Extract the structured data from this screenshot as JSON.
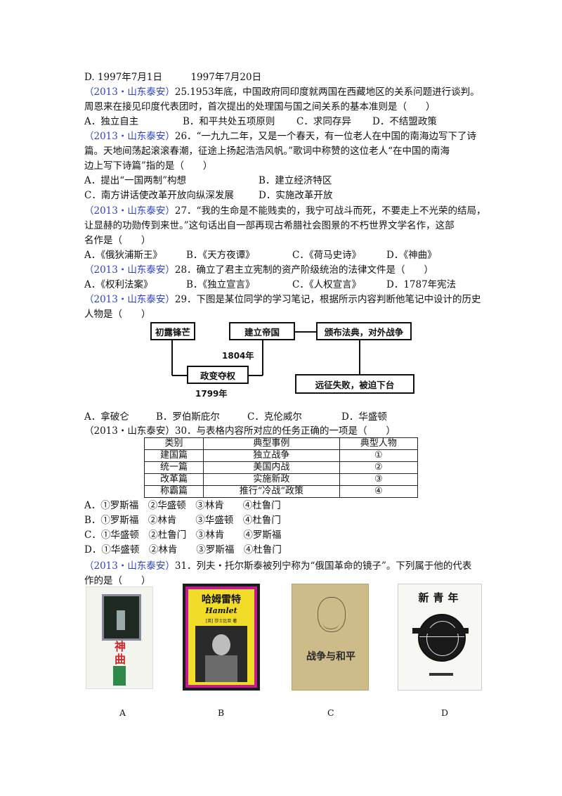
{
  "q24": {
    "optD": "D. 1997年7月1日　　　1997年7月20日"
  },
  "q25": {
    "source": "（2013・山东泰安）",
    "line1": "25.1953年底，中国政府同印度就两国在西藏地区的关系问题进行谈判。",
    "line2": "周恩来在接见印度代表团时，首次提出的处理国与国之间关系的基本准则是（　　）",
    "options": [
      "A．独立自主",
      "B．和平共处五项原则",
      "C．求同存异",
      "D．不结盟政策"
    ]
  },
  "q26": {
    "source": "（2013・山东泰安）",
    "line1": "26．“一九九二年，又是一个春天，有一位老人在中国的南海边写下了诗",
    "line2": "篇。天地间荡起滚滚春潮，征途上扬起浩浩风帆。”歌词中称赞的这位老人“在中国的南海",
    "line3": "边上写下诗篇”指的是（　　）",
    "options": [
      "A．提出“一国两制”构想",
      "B．建立经济特区",
      "C．南方讲话使改革开放向纵深发展",
      "D．实施改革开放"
    ]
  },
  "q27": {
    "source": "（2013・山东泰安）",
    "line1": "27．“我的生命是不能贱卖的，我宁可战斗而死，不要走上不光荣的结局，",
    "line2": "让显赫的功勋传到来世。”这句话出自一部再现古希腊社会图景的不朽世界文学名作，这部",
    "line3": "名作是（　　）",
    "options": [
      "A．《俄狄浦斯王》",
      "B．《天方夜谭》",
      "C．《荷马史诗》",
      "D．《神曲》"
    ]
  },
  "q28": {
    "source": "（2013・山东泰安）",
    "line1": "28．确立了君主立宪制的资产阶级统治的法律文件是（　　）",
    "options": [
      "A．《权利法案》",
      "B．《独立宣言》",
      "C．《人权宣言》",
      "D．1787年宪法"
    ]
  },
  "q29": {
    "source": "（2013・山东泰安）",
    "line1": "29．下图是某位同学的学习笔记，根据所示内容判断他笔记中设计的历史",
    "line2": "人物是（　　）",
    "diagram": {
      "box1": "初露锋芒",
      "box2": "建立帝国",
      "box3": "颁布法典，对外战争",
      "box4": "政变夺权",
      "box5": "远征失败，被迫下台",
      "year1": "1804年",
      "year2": "1799年"
    },
    "options": [
      "A．拿破仑",
      "B．罗伯斯庇尔",
      "C．克伦威尔",
      "D．华盛顿"
    ]
  },
  "q30": {
    "source": "（2013・山东泰安）",
    "line1": "30．与表格内容所对应的任务正确的一项是（　　）",
    "table": {
      "headers": [
        "类别",
        "典型事例",
        "典型人物"
      ],
      "rows": [
        [
          "建国篇",
          "独立战争",
          "①"
        ],
        [
          "统一篇",
          "美国内战",
          "②"
        ],
        [
          "改革篇",
          "实施新政",
          "③"
        ],
        [
          "称霸篇",
          "推行“冷战“政策",
          "④"
        ]
      ]
    },
    "options": [
      "A．①罗斯福　②华盛顿　③林肯　　④杜鲁门",
      "B．①罗斯福　②林肯　　③华盛顿　④杜鲁门",
      "C．①华盛顿　②杜鲁门　③林肯　　④罗斯福",
      "D．①华盛顿　②林肯　　③罗斯福　④杜鲁门"
    ]
  },
  "q31": {
    "source": "（2013・山东泰安）",
    "line1": "31．列夫・托尔斯泰被列宁称为“俄国革命的镜子”。下列属于他的代表",
    "line2": "作的是（　　）",
    "covers": {
      "a_title": "神曲",
      "b_title": "哈姆雷特",
      "b_sub": "Hamlet",
      "b_author": "[英] 莎士比亚 著",
      "c_title": "战争与和平",
      "d_title": "新青年"
    },
    "captions": [
      "A",
      "B",
      "C",
      "D"
    ]
  },
  "colors": {
    "source_blue": "#2b3fc9",
    "cover_b_bg": "#c21a8f",
    "cover_b_border": "#1c1c1c"
  }
}
